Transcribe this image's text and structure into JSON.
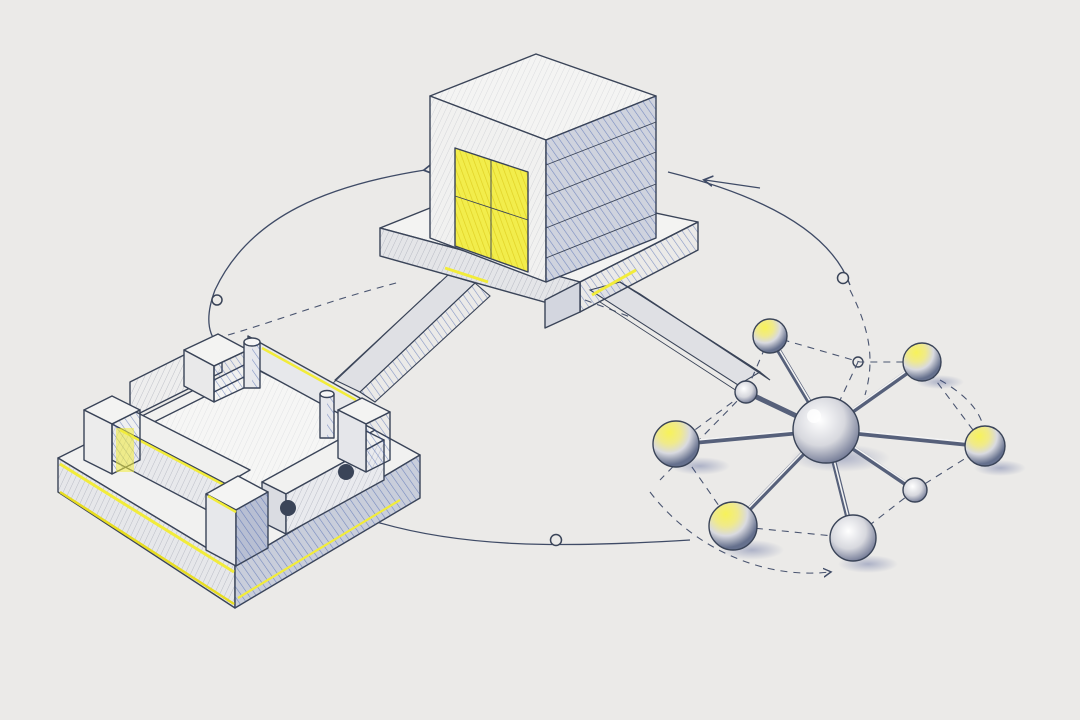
{
  "palette": {
    "paper": "#ebeae8",
    "ink": "#3a4458",
    "blue_shading": "#2f4fa6",
    "yellow_highlight": "#f2ec3a"
  },
  "nodes": [
    {
      "role": "storage-cube",
      "icon": "cube-icon"
    },
    {
      "role": "rack-enclosure",
      "icon": "enclosure-icon"
    },
    {
      "role": "network-cluster",
      "icon": "hub-network-icon"
    }
  ],
  "network": {
    "spheres": [
      {
        "id": "hub",
        "highlight": false
      },
      {
        "id": "top",
        "highlight": true
      },
      {
        "id": "top-right",
        "highlight": true
      },
      {
        "id": "right",
        "highlight": true
      },
      {
        "id": "left",
        "highlight": true
      },
      {
        "id": "bottom-left",
        "highlight": true
      },
      {
        "id": "bottom",
        "highlight": false
      },
      {
        "id": "small-upper",
        "highlight": false
      },
      {
        "id": "small-lower",
        "highlight": false
      }
    ]
  }
}
